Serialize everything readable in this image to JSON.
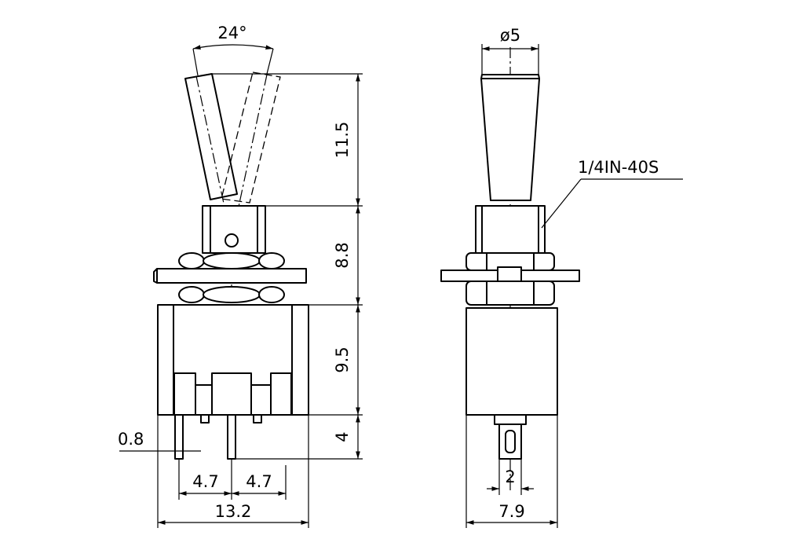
{
  "angle_label": "24°",
  "diameter_label": "ø5",
  "thread_label": "1/4IN-40S",
  "dims": {
    "lever_height": "11.5",
    "bushing_height": "8.8",
    "body_height": "9.5",
    "pin_length": "4",
    "pin_width": "0.8",
    "pitch_left": "4.7",
    "pitch_right": "4.7",
    "body_width": "13.2",
    "side_pin_width": "2",
    "side_width": "7.9"
  }
}
